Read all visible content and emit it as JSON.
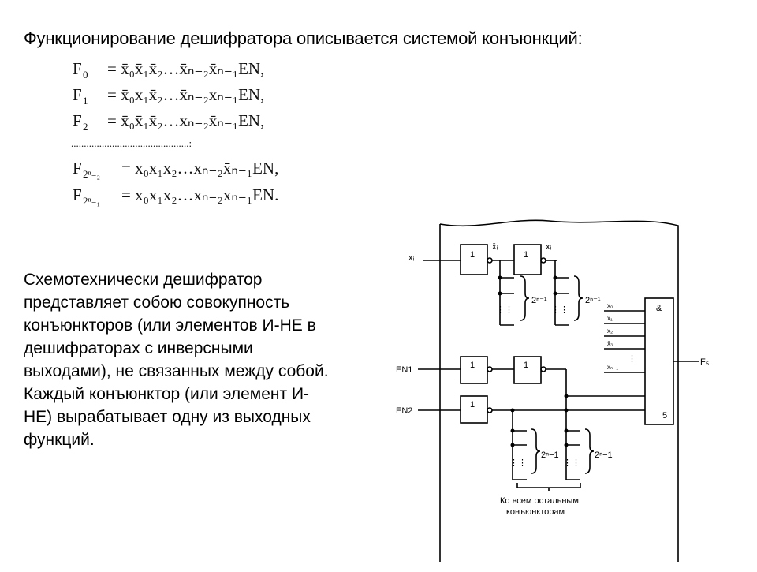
{
  "title": "Функционирование дешифратора описывается системой конъюнкций:",
  "formulas": {
    "lines": [
      {
        "lhs": "F",
        "lhs_sub": "0",
        "rhs": "= x̄₀x̄₁x̄₂…x̄ₙ₋₂x̄ₙ₋₁EN,"
      },
      {
        "lhs": "F",
        "lhs_sub": "1",
        "rhs": "= x̄₀x₁x̄₂…x̄ₙ₋₂xₙ₋₁EN,"
      },
      {
        "lhs": "F",
        "lhs_sub": "2",
        "rhs": "= x̄₀x̄₁x̄₂…xₙ₋₂x̄ₙ₋₁EN,"
      },
      {
        "lhs": "F",
        "lhs_sub": "2ⁿ₋₂",
        "rhs": "= x₀x₁x₂…xₙ₋₂x̄ₙ₋₁EN,"
      },
      {
        "lhs": "F",
        "lhs_sub": "2ⁿ₋₁",
        "rhs": "= x₀x₁x₂…xₙ₋₂xₙ₋₁EN."
      }
    ],
    "dots": "..............................................:"
  },
  "body_text": [
    "Схемотехнически дешифратор",
    "представляет собою совокупность",
    "конъюнкторов (или элементов И-НЕ в",
    "дешифраторах с инверсными",
    "выходами), не связанных между собой.",
    "Каждый конъюнктор (или элемент И-",
    "НЕ) вырабатывает одну из выходных",
    "функций."
  ],
  "schematic": {
    "input_xi": "xᵢ",
    "input_en1": "EN1",
    "input_en2": "EN2",
    "gate_label_1": "1",
    "gate_label_and": "&",
    "gate_index": "5",
    "out_not_xi": "x̄ᵢ",
    "out_xi": "xᵢ",
    "and_inputs": [
      "x₀",
      "x̄₁",
      "x₂",
      "x̄₃",
      "⋮",
      "x̄ₙ₋₁"
    ],
    "output": "F₅",
    "brace_label_top": "2ⁿ⁻¹",
    "brace_label_bottom": "2ⁿ−1",
    "caption_1": "Ко всем остальным",
    "caption_2": "конъюнкторам"
  }
}
